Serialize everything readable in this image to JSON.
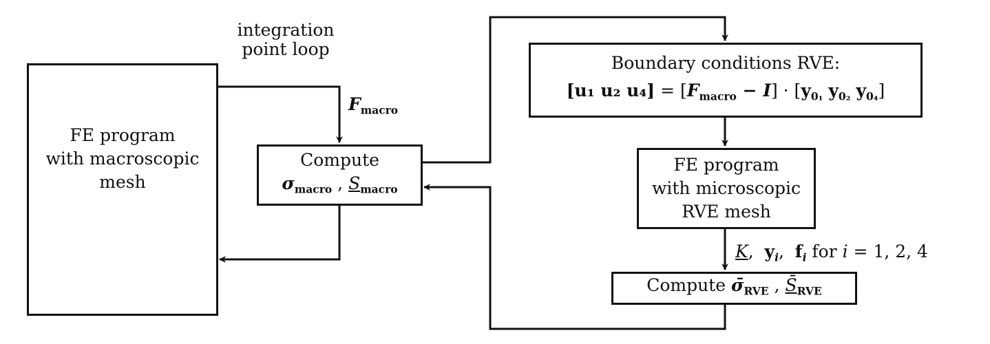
{
  "nodes": {
    "macro_program": {
      "lines": [
        "FE program",
        "with macroscopic",
        "mesh"
      ]
    },
    "compute_macro": {
      "title": "Compute",
      "sigma": "σ",
      "sigma_sub": "macro",
      "sep": ",",
      "S": "S",
      "S_sub": "macro"
    },
    "boundary_conditions": {
      "title": "Boundary conditions RVE:",
      "eq_lhs": "[u₁ u₂ u₄]",
      "eq_eq": " = [",
      "eq_F": "F",
      "eq_F_sub": "macro",
      "eq_minus_I": " − I",
      "eq_dot": "] · [",
      "eq_y": "y",
      "eq_y_subs": [
        "0₁",
        "0₂",
        "0₄"
      ],
      "eq_close": "]"
    },
    "micro_program": {
      "lines": [
        "FE program",
        "with microscopic",
        "RVE mesh"
      ]
    },
    "compute_rve": {
      "title": "Compute",
      "sigma": "σ̄",
      "sigma_sub": "RVE",
      "sep": ",",
      "S": "S̄",
      "S_sub": "RVE"
    }
  },
  "edges": {
    "loop_label": [
      "integration",
      "point loop"
    ],
    "f_macro": {
      "F": "F",
      "sub": "macro"
    },
    "micro_outputs": {
      "K": "K",
      "y": "y",
      "f": "f",
      "i": "i",
      "rest": " for ",
      "cond": "i",
      "values": " = 1, 2, 4"
    }
  }
}
